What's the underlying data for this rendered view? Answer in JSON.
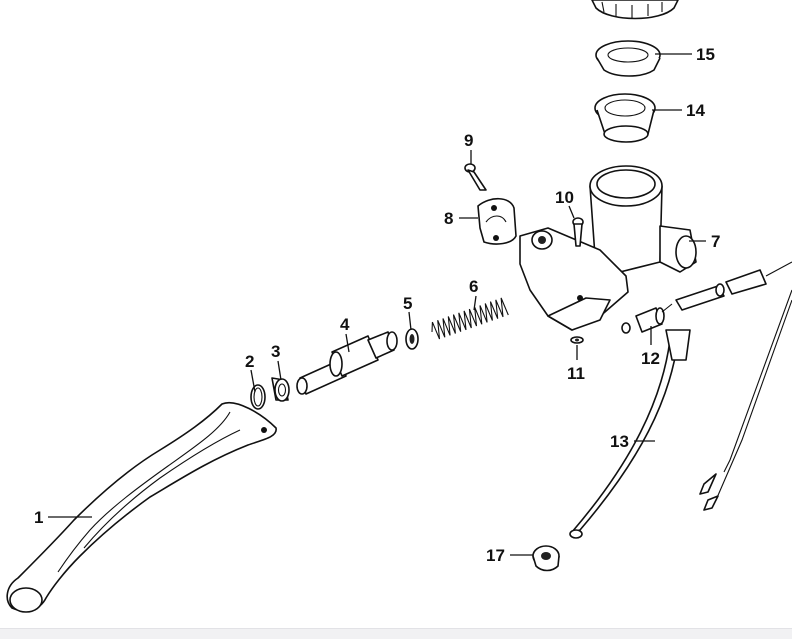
{
  "callouts": [
    {
      "id": "c1",
      "number": "1"
    },
    {
      "id": "c2",
      "number": "2"
    },
    {
      "id": "c3",
      "number": "3"
    },
    {
      "id": "c4",
      "number": "4"
    },
    {
      "id": "c5",
      "number": "5"
    },
    {
      "id": "c6",
      "number": "6"
    },
    {
      "id": "c7",
      "number": "7"
    },
    {
      "id": "c8",
      "number": "8"
    },
    {
      "id": "c9",
      "number": "9"
    },
    {
      "id": "c10",
      "number": "10"
    },
    {
      "id": "c11",
      "number": "11"
    },
    {
      "id": "c12",
      "number": "12"
    },
    {
      "id": "c13",
      "number": "13"
    },
    {
      "id": "c14",
      "number": "14"
    },
    {
      "id": "c15",
      "number": "15"
    },
    {
      "id": "c17",
      "number": "17"
    }
  ]
}
